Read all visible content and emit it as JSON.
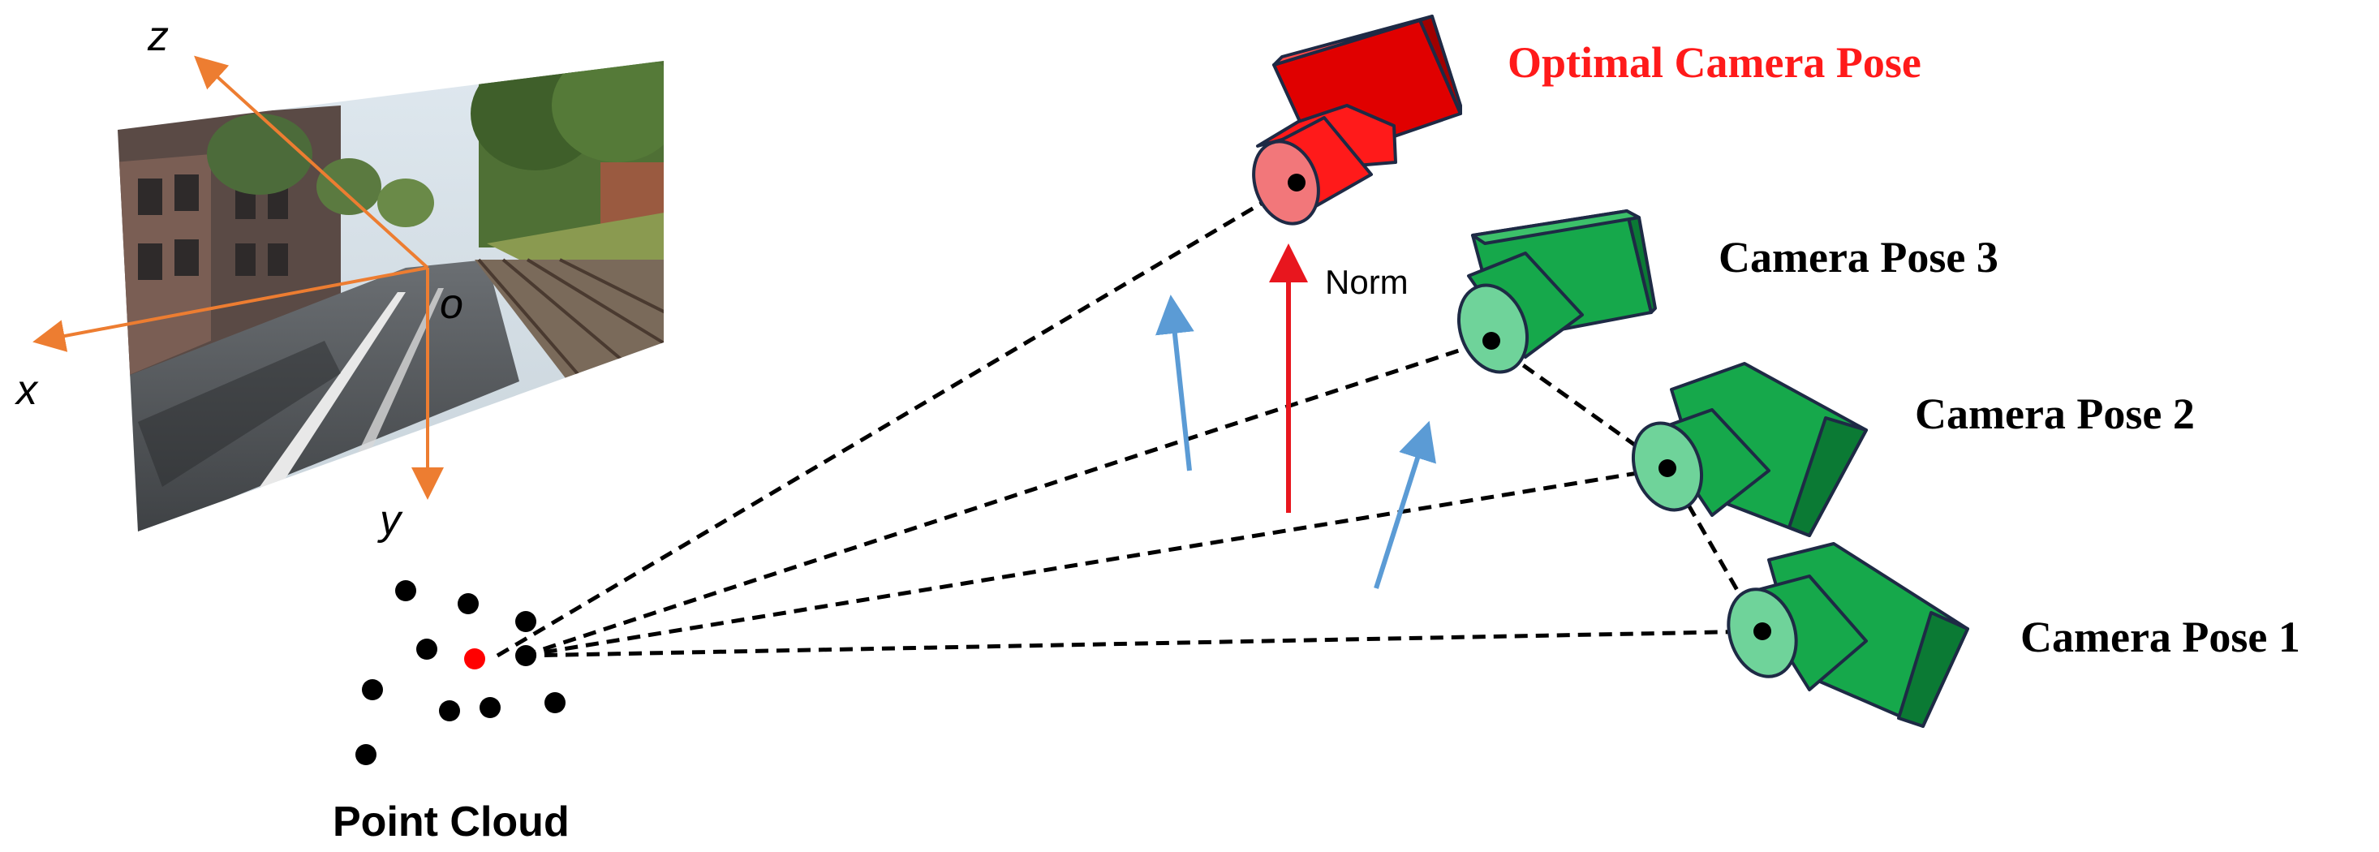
{
  "axes": {
    "x_label": "x",
    "y_label": "y",
    "z_label": "z",
    "origin_label": "o",
    "color": "#ED7D31"
  },
  "labels": {
    "point_cloud": "Point Cloud",
    "norm": "Norm",
    "optimal_pose": "Optimal Camera Pose",
    "pose_3": "Camera Pose 3",
    "pose_2": "Camera Pose 2",
    "pose_1": "Camera Pose 1"
  },
  "colors": {
    "optimal": "#FF1A1A",
    "optimal_lens": "#F2777A",
    "camera": "#16A84B",
    "camera_dark": "#0B7A34",
    "camera_lens": "#6FD39A",
    "norm_arrow": "#E8161E",
    "blue_arrow": "#5B9BD5",
    "point": "#000000",
    "highlight_point": "#FF0000"
  },
  "image_panel": {
    "description_icon": "street-photo-icon"
  }
}
